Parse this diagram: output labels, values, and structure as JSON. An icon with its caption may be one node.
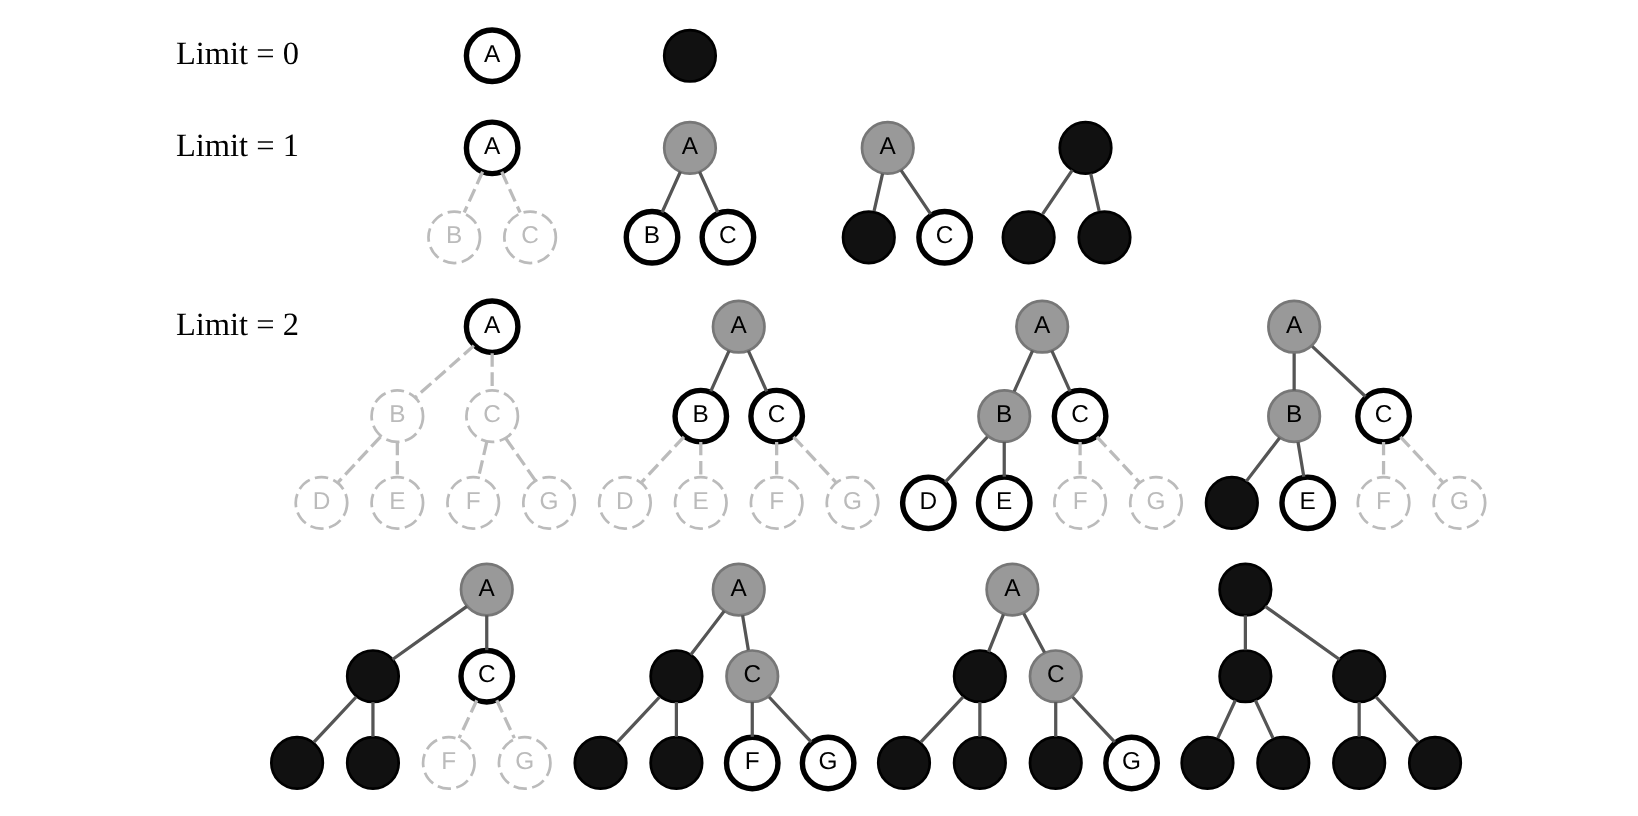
{
  "diagram": {
    "nodes": [
      {
        "text": [
          "A"
        ]
      },
      {
        "text": [],
        "shape": "circle"
      },
      {
        "text": [
          "A"
        ]
      },
      {
        "text": [
          "B"
        ]
      },
      {
        "text": [
          "C"
        ]
      },
      {
        "text": [
          "A"
        ]
      },
      {
        "text": [
          "B"
        ]
      },
      {
        "text": [
          "C"
        ]
      },
      {
        "text": [
          "A"
        ]
      },
      {
        "text": [],
        "shape": "circle"
      },
      {
        "text": [
          "C"
        ]
      },
      {
        "text": [],
        "shape": "circle"
      },
      {
        "text": [],
        "shape": "circle"
      },
      {
        "text": [],
        "shape": "circle"
      },
      {
        "text": [
          "A"
        ]
      },
      {
        "text": [
          "B"
        ]
      },
      {
        "text": [
          "C"
        ]
      },
      {
        "text": [
          "D"
        ]
      },
      {
        "text": [
          "E"
        ]
      },
      {
        "text": [
          "F"
        ]
      },
      {
        "text": [
          "G"
        ]
      },
      {
        "text": [
          "A"
        ]
      },
      {
        "text": [
          "B"
        ]
      },
      {
        "text": [
          "C"
        ]
      },
      {
        "text": [
          "D"
        ]
      },
      {
        "text": [
          "E"
        ]
      },
      {
        "text": [
          "F"
        ]
      },
      {
        "text": [
          "G"
        ]
      },
      {
        "text": [
          "A"
        ]
      },
      {
        "text": [
          "B"
        ]
      },
      {
        "text": [
          "C"
        ]
      },
      {
        "text": [
          "D"
        ]
      },
      {
        "text": [
          "E"
        ]
      },
      {
        "text": [
          "F"
        ]
      },
      {
        "text": [
          "G"
        ]
      },
      {
        "text": [
          "A"
        ]
      },
      {
        "text": [
          "B"
        ]
      },
      {
        "text": [
          "C"
        ]
      },
      {
        "text": [],
        "shape": "circle"
      },
      {
        "text": [
          "E"
        ]
      },
      {
        "text": [
          "F"
        ]
      },
      {
        "text": [
          "G"
        ]
      },
      {
        "text": [
          "A"
        ]
      },
      {
        "text": [],
        "shape": "circle"
      },
      {
        "text": [
          "C"
        ]
      },
      {
        "text": [],
        "shape": "circle"
      },
      {
        "text": [],
        "shape": "circle"
      },
      {
        "text": [
          "F"
        ]
      },
      {
        "text": [
          "G"
        ]
      },
      {
        "text": [
          "A"
        ]
      },
      {
        "text": [],
        "shape": "circle"
      },
      {
        "text": [
          "C"
        ]
      },
      {
        "text": [],
        "shape": "circle"
      },
      {
        "text": [],
        "shape": "circle"
      },
      {
        "text": [
          "F"
        ]
      },
      {
        "text": [
          "G"
        ]
      },
      {
        "text": [
          "A"
        ]
      },
      {
        "text": [],
        "shape": "circle"
      },
      {
        "text": [
          "C"
        ]
      },
      {
        "text": [],
        "shape": "circle"
      },
      {
        "text": [],
        "shape": "circle"
      },
      {
        "text": [],
        "shape": "circle"
      },
      {
        "text": [
          "G"
        ]
      },
      {
        "text": [],
        "shape": "circle"
      },
      {
        "text": [],
        "shape": "circle"
      },
      {
        "text": [],
        "shape": "circle"
      },
      {
        "text": [],
        "shape": "circle"
      },
      {
        "text": [],
        "shape": "circle"
      },
      {
        "text": [],
        "shape": "circle"
      },
      {
        "text": [],
        "shape": "circle"
      }
    ],
    "edges": [
      {
        "from": 2,
        "to": 3,
        "arrow": "none",
        "style": "dashed",
        "color": "#bbbbbb"
      },
      {
        "from": 2,
        "to": 4,
        "arrow": "none",
        "style": "dashed",
        "color": "#bbbbbb"
      },
      {
        "from": 5,
        "to": 6,
        "arrow": "none"
      },
      {
        "from": 5,
        "to": 7,
        "arrow": "none"
      },
      {
        "from": 8,
        "to": 9,
        "arrow": "none"
      },
      {
        "from": 8,
        "to": 10,
        "arrow": "none"
      },
      {
        "from": 11,
        "to": 12,
        "arrow": "none"
      },
      {
        "from": 11,
        "to": 13,
        "arrow": "none"
      },
      {
        "from": 14,
        "to": 15,
        "arrow": "none",
        "style": "dashed",
        "color": "#bbbbbb"
      },
      {
        "from": 14,
        "to": 16,
        "arrow": "none",
        "style": "dashed",
        "color": "#bbbbbb"
      },
      {
        "from": 15,
        "to": 17,
        "arrow": "none",
        "style": "dashed",
        "color": "#bbbbbb"
      },
      {
        "from": 15,
        "to": 18,
        "arrow": "none",
        "style": "dashed",
        "color": "#bbbbbb"
      },
      {
        "from": 16,
        "to": 19,
        "arrow": "none",
        "style": "dashed",
        "color": "#bbbbbb"
      },
      {
        "from": 16,
        "to": 20,
        "arrow": "none",
        "style": "dashed",
        "color": "#bbbbbb"
      },
      {
        "from": 21,
        "to": 22,
        "arrow": "none"
      },
      {
        "from": 21,
        "to": 23,
        "arrow": "none"
      },
      {
        "from": 22,
        "to": 24,
        "arrow": "none",
        "style": "dashed",
        "color": "#bbbbbb"
      },
      {
        "from": 22,
        "to": 25,
        "arrow": "none",
        "style": "dashed",
        "color": "#bbbbbb"
      },
      {
        "from": 23,
        "to": 26,
        "arrow": "none",
        "style": "dashed",
        "color": "#bbbbbb"
      },
      {
        "from": 23,
        "to": 27,
        "arrow": "none",
        "style": "dashed",
        "color": "#bbbbbb"
      },
      {
        "from": 28,
        "to": 29,
        "arrow": "none"
      },
      {
        "from": 28,
        "to": 30,
        "arrow": "none"
      },
      {
        "from": 29,
        "to": 31,
        "arrow": "none"
      },
      {
        "from": 29,
        "to": 32,
        "arrow": "none"
      },
      {
        "from": 30,
        "to": 33,
        "arrow": "none",
        "style": "dashed",
        "color": "#bbbbbb"
      },
      {
        "from": 30,
        "to": 34,
        "arrow": "none",
        "style": "dashed",
        "color": "#bbbbbb"
      },
      {
        "from": 35,
        "to": 36,
        "arrow": "none"
      },
      {
        "from": 35,
        "to": 37,
        "arrow": "none"
      },
      {
        "from": 36,
        "to": 38,
        "arrow": "none"
      },
      {
        "from": 36,
        "to": 39,
        "arrow": "none"
      },
      {
        "from": 37,
        "to": 40,
        "arrow": "none",
        "style": "dashed",
        "color": "#bbbbbb"
      },
      {
        "from": 37,
        "to": 41,
        "arrow": "none",
        "style": "dashed",
        "color": "#bbbbbb"
      },
      {
        "from": 42,
        "to": 43,
        "arrow": "none"
      },
      {
        "from": 42,
        "to": 44,
        "arrow": "none"
      },
      {
        "from": 43,
        "to": 45,
        "arrow": "none"
      },
      {
        "from": 43,
        "to": 46,
        "arrow": "none"
      },
      {
        "from": 44,
        "to": 47,
        "arrow": "none",
        "style": "dashed",
        "color": "#bbbbbb"
      },
      {
        "from": 44,
        "to": 48,
        "arrow": "none",
        "style": "dashed",
        "color": "#bbbbbb"
      },
      {
        "from": 49,
        "to": 50,
        "arrow": "none"
      },
      {
        "from": 49,
        "to": 51,
        "arrow": "none"
      },
      {
        "from": 50,
        "to": 52,
        "arrow": "none"
      },
      {
        "from": 50,
        "to": 53,
        "arrow": "none"
      },
      {
        "from": 51,
        "to": 54,
        "arrow": "none"
      },
      {
        "from": 51,
        "to": 55,
        "arrow": "none"
      },
      {
        "from": 56,
        "to": 57,
        "arrow": "none"
      },
      {
        "from": 56,
        "to": 58,
        "arrow": "none"
      },
      {
        "from": 57,
        "to": 59,
        "arrow": "none"
      },
      {
        "from": 57,
        "to": 60,
        "arrow": "none"
      },
      {
        "from": 58,
        "to": 61,
        "arrow": "none"
      },
      {
        "from": 58,
        "to": 62,
        "arrow": "none"
      },
      {
        "from": 63,
        "to": 64,
        "arrow": "none"
      },
      {
        "from": 63,
        "to": 65,
        "arrow": "none"
      },
      {
        "from": 64,
        "to": 66,
        "arrow": "none"
      },
      {
        "from": 64,
        "to": 67,
        "arrow": "none"
      },
      {
        "from": 65,
        "to": 68,
        "arrow": "none"
      },
      {
        "from": 65,
        "to": 69,
        "arrow": "none"
      }
    ],
    "labels": [
      "Limit = 0",
      "Limit = 1",
      "Limit = 2"
    ]
  }
}
